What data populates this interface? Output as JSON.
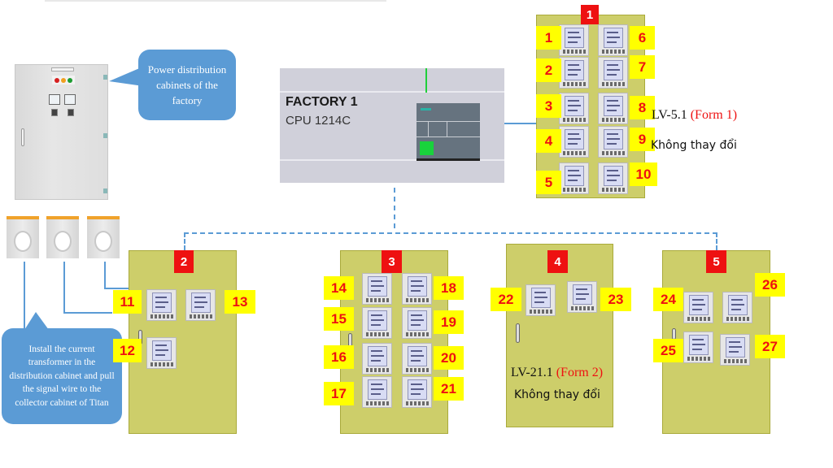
{
  "diagram": {
    "factory_callout": "Power distribution cabinets of the factory",
    "ct_callout": "Install the current transformer in the distribution cabinet and pull the signal wire to the collector cabinet of Titan",
    "plc": {
      "title": "FACTORY 1",
      "model": "CPU 1214C"
    },
    "colors": {
      "cabinet": "#cdce6a",
      "id_badge": "#ee1111",
      "tag": "#ffff00",
      "connector": "#5b9bd5",
      "callout": "#5b9bd5"
    },
    "cabinets": [
      {
        "id": "1",
        "meters": [
          "1",
          "2",
          "3",
          "4",
          "5",
          "6",
          "7",
          "8",
          "9",
          "10"
        ],
        "label": "LV-5.1",
        "form": "(Form 1)",
        "note": "Không thay đổi"
      },
      {
        "id": "2",
        "meters": [
          "11",
          "12",
          "13"
        ]
      },
      {
        "id": "3",
        "meters": [
          "14",
          "15",
          "16",
          "17",
          "18",
          "19",
          "20",
          "21"
        ]
      },
      {
        "id": "4",
        "meters": [
          "22",
          "23"
        ],
        "label": "LV-21.1",
        "form": "(Form 2)",
        "note": "Không thay đổi"
      },
      {
        "id": "5",
        "meters": [
          "24",
          "25",
          "26",
          "27"
        ]
      }
    ]
  }
}
